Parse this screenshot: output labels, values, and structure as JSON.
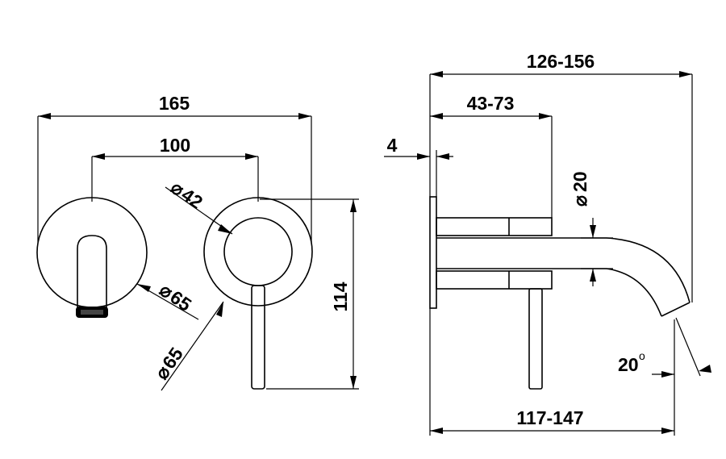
{
  "dimensions": {
    "front_total_width": "165",
    "front_center_distance": "100",
    "valve_diameter": "42",
    "spout_plate_diameter": "65",
    "handle_plate_diameter": "65",
    "diameter_symbol": "⌀",
    "front_height": "114",
    "side_total_depth": "126-156",
    "side_body_depth": "43-73",
    "plate_thickness": "4",
    "spout_diameter": "20",
    "spout_reach": "117-147",
    "spout_angle": "20",
    "degree_symbol": "o"
  }
}
